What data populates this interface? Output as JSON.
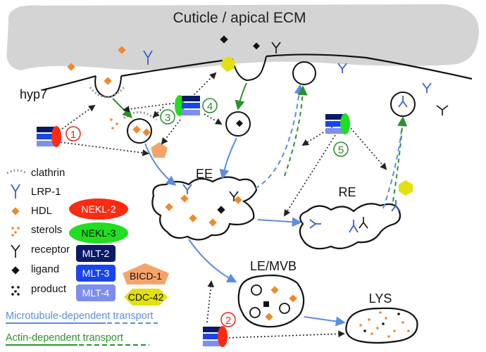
{
  "title": "Cuticle / apical ECM",
  "compartments": {
    "hyp7": "hyp7",
    "ee": "EE",
    "re": "RE",
    "le_mvb": "LE/MVB",
    "lys": "LYS"
  },
  "steps": [
    "1",
    "2",
    "3",
    "4",
    "5"
  ],
  "legend": {
    "clathrin": "clathrin",
    "lrp1": "LRP-1",
    "hdl": "HDL",
    "sterols": "sterols",
    "receptor": "receptor",
    "ligand": "ligand",
    "product": "product"
  },
  "badges": {
    "nekl2": "NEKL-2",
    "nekl3": "NEKL-3",
    "mlt2": "MLT-2",
    "mlt3": "MLT-3",
    "mlt4": "MLT-4",
    "bicd1": "BICD-1",
    "cdc42": "CDC-42"
  },
  "transport": {
    "microtubule": "Microtubule-dependent transport",
    "actin": "Actin-dependent transport"
  },
  "colors": {
    "cuticle": "#d4d4d4",
    "hdl": "#f0882a",
    "nekl2": "#ff2a12",
    "nekl3": "#22dd22",
    "mlt2": "#0a1a66",
    "mlt3": "#1a44ee",
    "mlt4": "#7d8ef0",
    "bicd1": "#f4a46a",
    "cdc42": "#e3e010",
    "lrp1": "#3a5fd0",
    "microtubule": "#5b8ee0",
    "actin": "#2f8f2f",
    "step_red": "#d92b1a",
    "step_green": "#2a8a2a"
  }
}
